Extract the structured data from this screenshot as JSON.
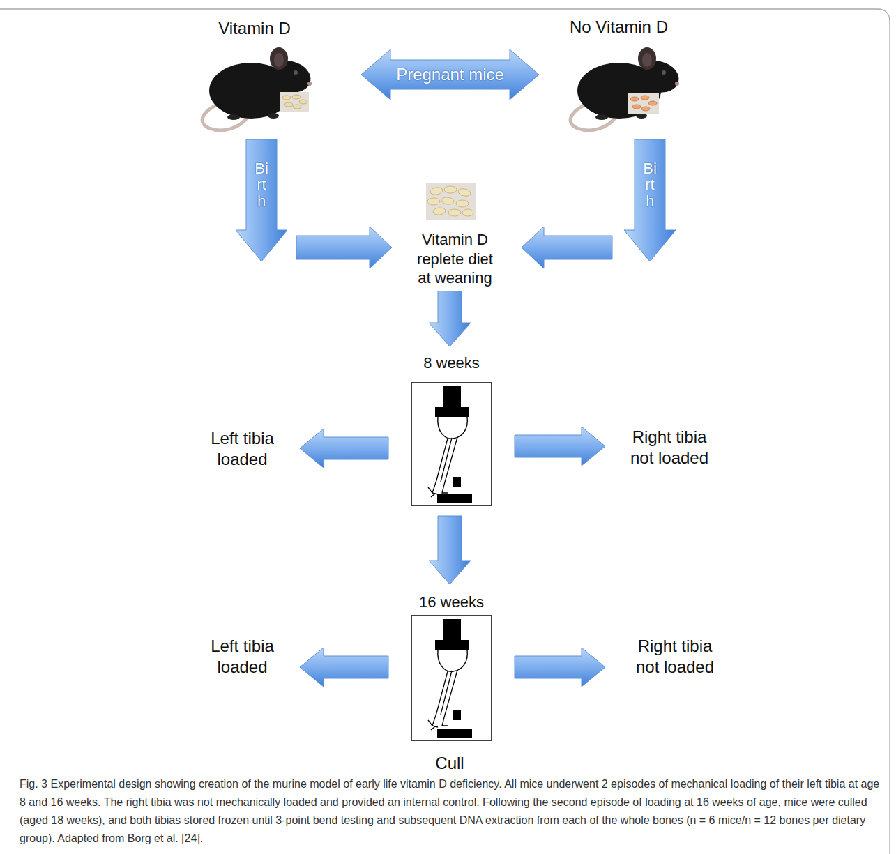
{
  "diagram": {
    "caption": "Fig. 3 Experimental design showing creation of the murine model of early life vitamin D deficiency. All mice underwent 2 episodes of mechanical loading of their left tibia at age 8 and 16 weeks. The right tibia was not mechanically loaded and provided an internal control. Following the second episode of loading at 16 weeks of age, mice were culled (aged 18 weeks), and both tibias stored frozen until 3-point bend testing and subsequent DNA extraction from each of the whole bones (n = 6 mice/n = 12 bones per dietary group). Adapted from Borg et al. [24].",
    "nodes": [
      {
        "text": [
          "Vitamin D"
        ]
      },
      {
        "text": [
          "No Vitamin D"
        ]
      },
      {
        "text": [
          "Vitamin D replete diet at weaning"
        ]
      },
      {
        "text": [
          "8 weeks"
        ]
      },
      {
        "text": [
          "Left tibia loaded"
        ]
      },
      {
        "text": [
          "Right tibia not loaded"
        ]
      },
      {
        "text": [
          "16 weeks"
        ]
      },
      {
        "text": [
          "Left tibia loaded"
        ]
      },
      {
        "text": [
          "Right tibia not loaded"
        ]
      }
    ],
    "edges": [
      {
        "from": 0,
        "to": 1,
        "label": "Pregnant mice",
        "arrow": "both"
      },
      {
        "from": 0,
        "to": 2,
        "label": "Birth",
        "arrow": "to"
      },
      {
        "from": 1,
        "to": 2,
        "label": "Birth",
        "arrow": "to"
      },
      {
        "from": 2,
        "to": 3,
        "arrow": "to"
      },
      {
        "from": 3,
        "to": 4,
        "arrow": "to"
      },
      {
        "from": 3,
        "to": 5,
        "arrow": "to"
      },
      {
        "from": 3,
        "to": 6,
        "arrow": "to"
      },
      {
        "from": 6,
        "to": 7,
        "arrow": "to"
      },
      {
        "from": 6,
        "to": 8,
        "arrow": "to"
      }
    ],
    "labels": [
      "Cull"
    ]
  }
}
